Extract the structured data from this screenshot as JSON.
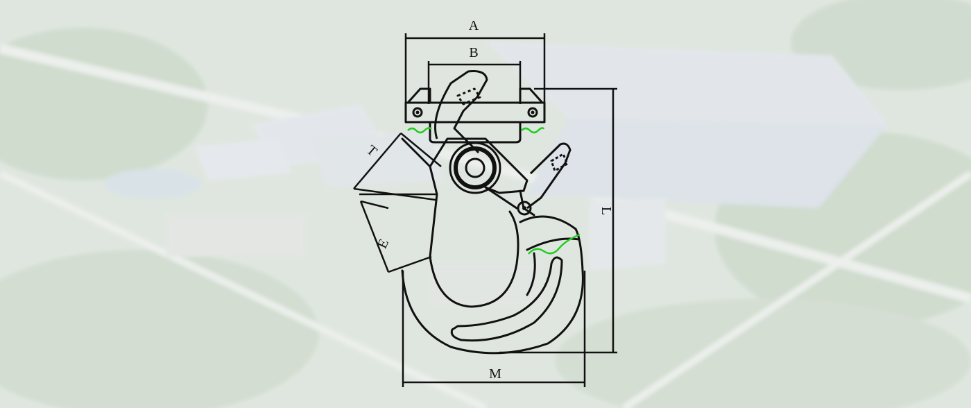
{
  "diagram": {
    "labels": {
      "a": "A",
      "b": "B",
      "t": "T",
      "e": "E",
      "l": "L",
      "m": "M"
    },
    "colors": {
      "line": "#111111",
      "accent_wave": "#22cc22",
      "background_base": "#dfe6df"
    }
  }
}
